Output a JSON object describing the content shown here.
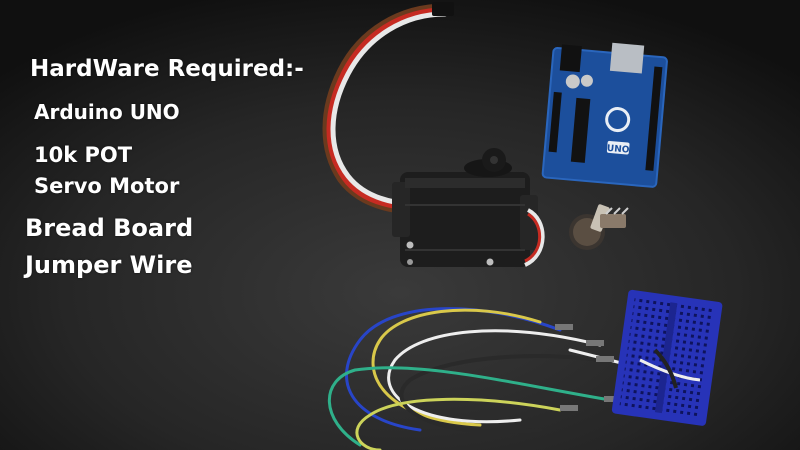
{
  "overlay": {
    "heading": "HardWare Required:-",
    "items": [
      "Arduino UNO",
      "10k POT",
      "Servo Motor",
      "Bread Board",
      "Jumper Wire"
    ]
  },
  "board_logo_text": "UNO",
  "colors": {
    "background": "#141414",
    "table_surface": "#2a2a2a",
    "arduino_board": "#1c4f9c",
    "breadboard": "#2733b8",
    "servo_body": "#1d1d1d",
    "text": "#ffffff"
  }
}
